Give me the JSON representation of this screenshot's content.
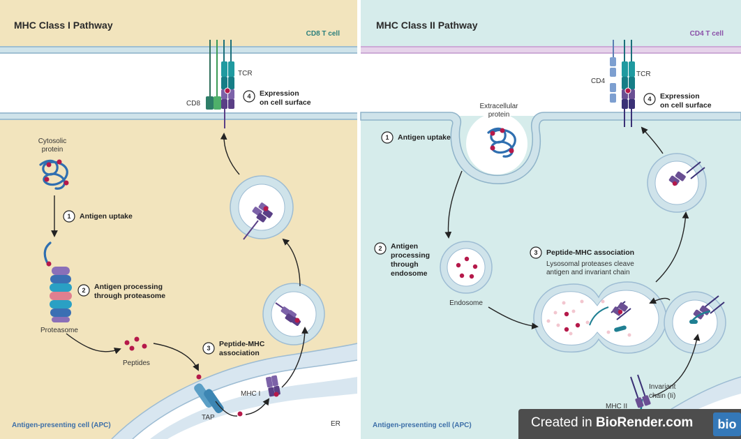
{
  "left_panel": {
    "title": "MHC Class I Pathway",
    "t_cell_label": "CD8 T cell",
    "apc_label": "Antigen-presenting cell (APC)",
    "er_label": "ER",
    "cd8_label": "CD8",
    "tcr_label": "TCR",
    "cytosolic_protein": [
      "Cytosolic",
      "protein"
    ],
    "proteasome_label": "Proteasome",
    "peptides_label": "Peptides",
    "tap_label": "TAP",
    "mhc_label": "MHC I",
    "steps": [
      {
        "number": "1",
        "lines": [
          "Antigen uptake"
        ]
      },
      {
        "number": "2",
        "lines": [
          "Antigen processing",
          "through proteasome"
        ]
      },
      {
        "number": "3",
        "lines": [
          "Peptide-MHC",
          "association"
        ]
      },
      {
        "number": "4",
        "lines": [
          "Expression",
          "on cell surface"
        ]
      }
    ]
  },
  "right_panel": {
    "title": "MHC Class II Pathway",
    "t_cell_label": "CD4 T cell",
    "apc_label": "Antigen-presenting cell (APC)",
    "cd4_label": "CD4",
    "tcr_label": "TCR",
    "extracellular_protein": [
      "Extracellular",
      "protein"
    ],
    "endosome_label": "Endosome",
    "mhc_label": "MHC II",
    "invariant_chain": [
      "Invariant",
      "chain (Ii)"
    ],
    "step3_description": [
      "Lysosomal proteases cleave",
      "antigen and invariant chain"
    ],
    "steps": [
      {
        "number": "1",
        "lines": [
          "Antigen uptake"
        ]
      },
      {
        "number": "2",
        "lines": [
          "Antigen",
          "processing",
          "through",
          "endosome"
        ]
      },
      {
        "number": "3",
        "lines": [
          "Peptide-MHC association"
        ]
      },
      {
        "number": "4",
        "lines": [
          "Expression",
          "on cell surface"
        ]
      }
    ]
  },
  "watermark": {
    "prefix": "Created in ",
    "brand": "BioRender.com",
    "logo": "bio"
  },
  "colors": {
    "class1_background": "#f2e4bd",
    "class2_background": "#d6eceb",
    "membrane": "#b9cfe3",
    "peptide": "#b5194a",
    "tcr": "#1f9aa0",
    "mhc": "#6a4f93",
    "cd8": "#2f8f5a",
    "cd4": "#7d9fd0",
    "tap": "#5b9fc6",
    "cd8_label_color": "#2b7f7c",
    "cd4_label_color": "#8a4fa8"
  }
}
